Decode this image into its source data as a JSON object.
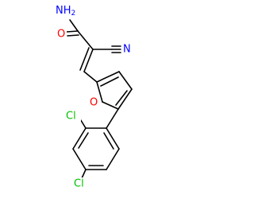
{
  "molecule": {
    "colors": {
      "carbon_bond": "#000000",
      "oxygen": "#ff0000",
      "nitrogen": "#0000ff",
      "chlorine": "#00c000",
      "background": "#ffffff"
    },
    "atom_labels": {
      "amide_nitrogen": "NH",
      "amide_nitrogen_subscript": "2",
      "carbonyl_oxygen": "O",
      "nitrile_nitrogen": "N",
      "furan_oxygen": "O",
      "chlorine_ortho": "Cl",
      "chlorine_para": "Cl"
    }
  }
}
